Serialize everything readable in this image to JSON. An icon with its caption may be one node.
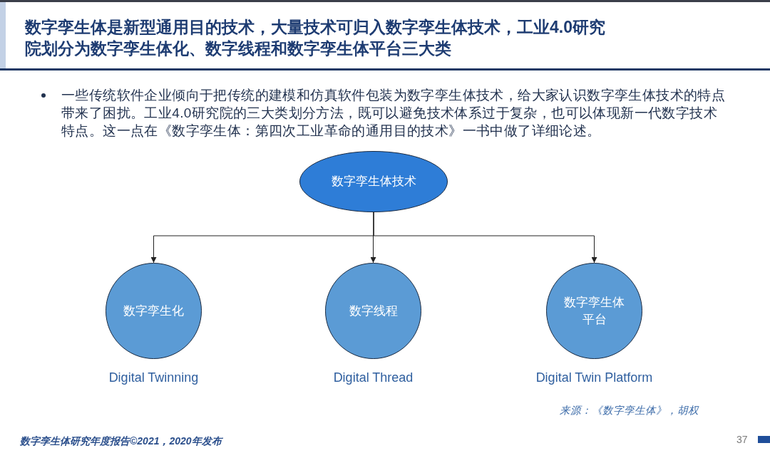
{
  "diagram": {
    "title": "数字孪生体是新型通用目的技术，大量技术可归入数字孪生体技术，工业4.0研究院划分为数字孪生体化、数字线程和数字孪生体平台三大类",
    "nodes": [
      {
        "text": [
          "数字孪生体技术"
        ]
      },
      {
        "text": [
          "数字孪生化"
        ],
        "beside": [
          "Digital Twinning"
        ]
      },
      {
        "text": [
          "数字线程"
        ],
        "beside": [
          "Digital Thread"
        ]
      },
      {
        "text": [
          "数字孪生体平台"
        ],
        "beside": [
          "Digital Twin Platform"
        ]
      }
    ],
    "edges": [
      {
        "from": 0,
        "to": 1,
        "arrow": "to"
      },
      {
        "from": 0,
        "to": 2,
        "arrow": "to"
      },
      {
        "from": 0,
        "to": 3,
        "arrow": "to"
      }
    ],
    "labels": [
      "一些传统软件企业倾向于把传统的建模和仿真软件包装为数字孪生体技术，给大家认识数字孪生体技术的特点带来了困扰。工业4.0研究院的三大类划分方法，既可以避免技术体系过于复杂，也可以体现新一代数字技术特点。这一点在《数字孪生体：第四次工业革命的通用目的技术》一书中做了详细论述。",
      "来源：《数字孪生体》，胡权",
      "数字孪生体研究年度报告©2021，2020年发布",
      "37"
    ]
  }
}
